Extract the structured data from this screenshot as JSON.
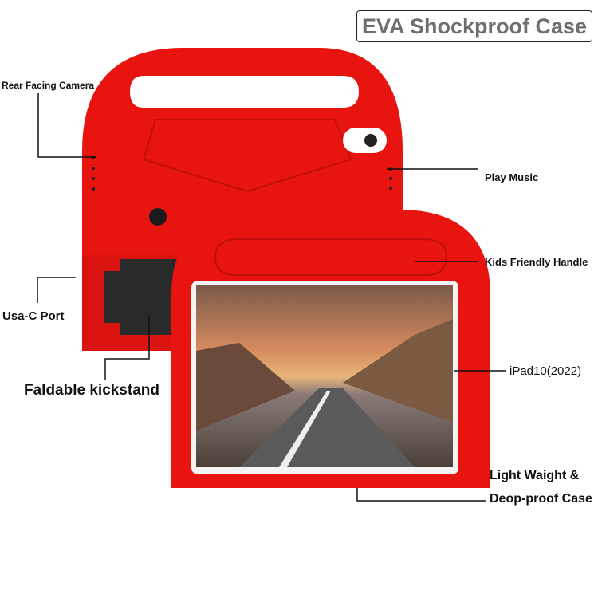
{
  "title": "EVA Shockproof Case",
  "callouts": {
    "rear_camera": "Rear Facing Camera",
    "play_music": "Play Music",
    "kids_handle": "Kids Friendly Handle",
    "usb_port": "Usa-C Port",
    "ipad_model": "iPad10(2022)",
    "kickstand": "Faldable kickstand",
    "light_weight_line1": "Light Waight &",
    "light_weight_line2": "Deop-proof Case"
  },
  "colors": {
    "case": "#e8140f",
    "kickstand": "#2a2a2a",
    "title_text": "#6e6e6e"
  }
}
